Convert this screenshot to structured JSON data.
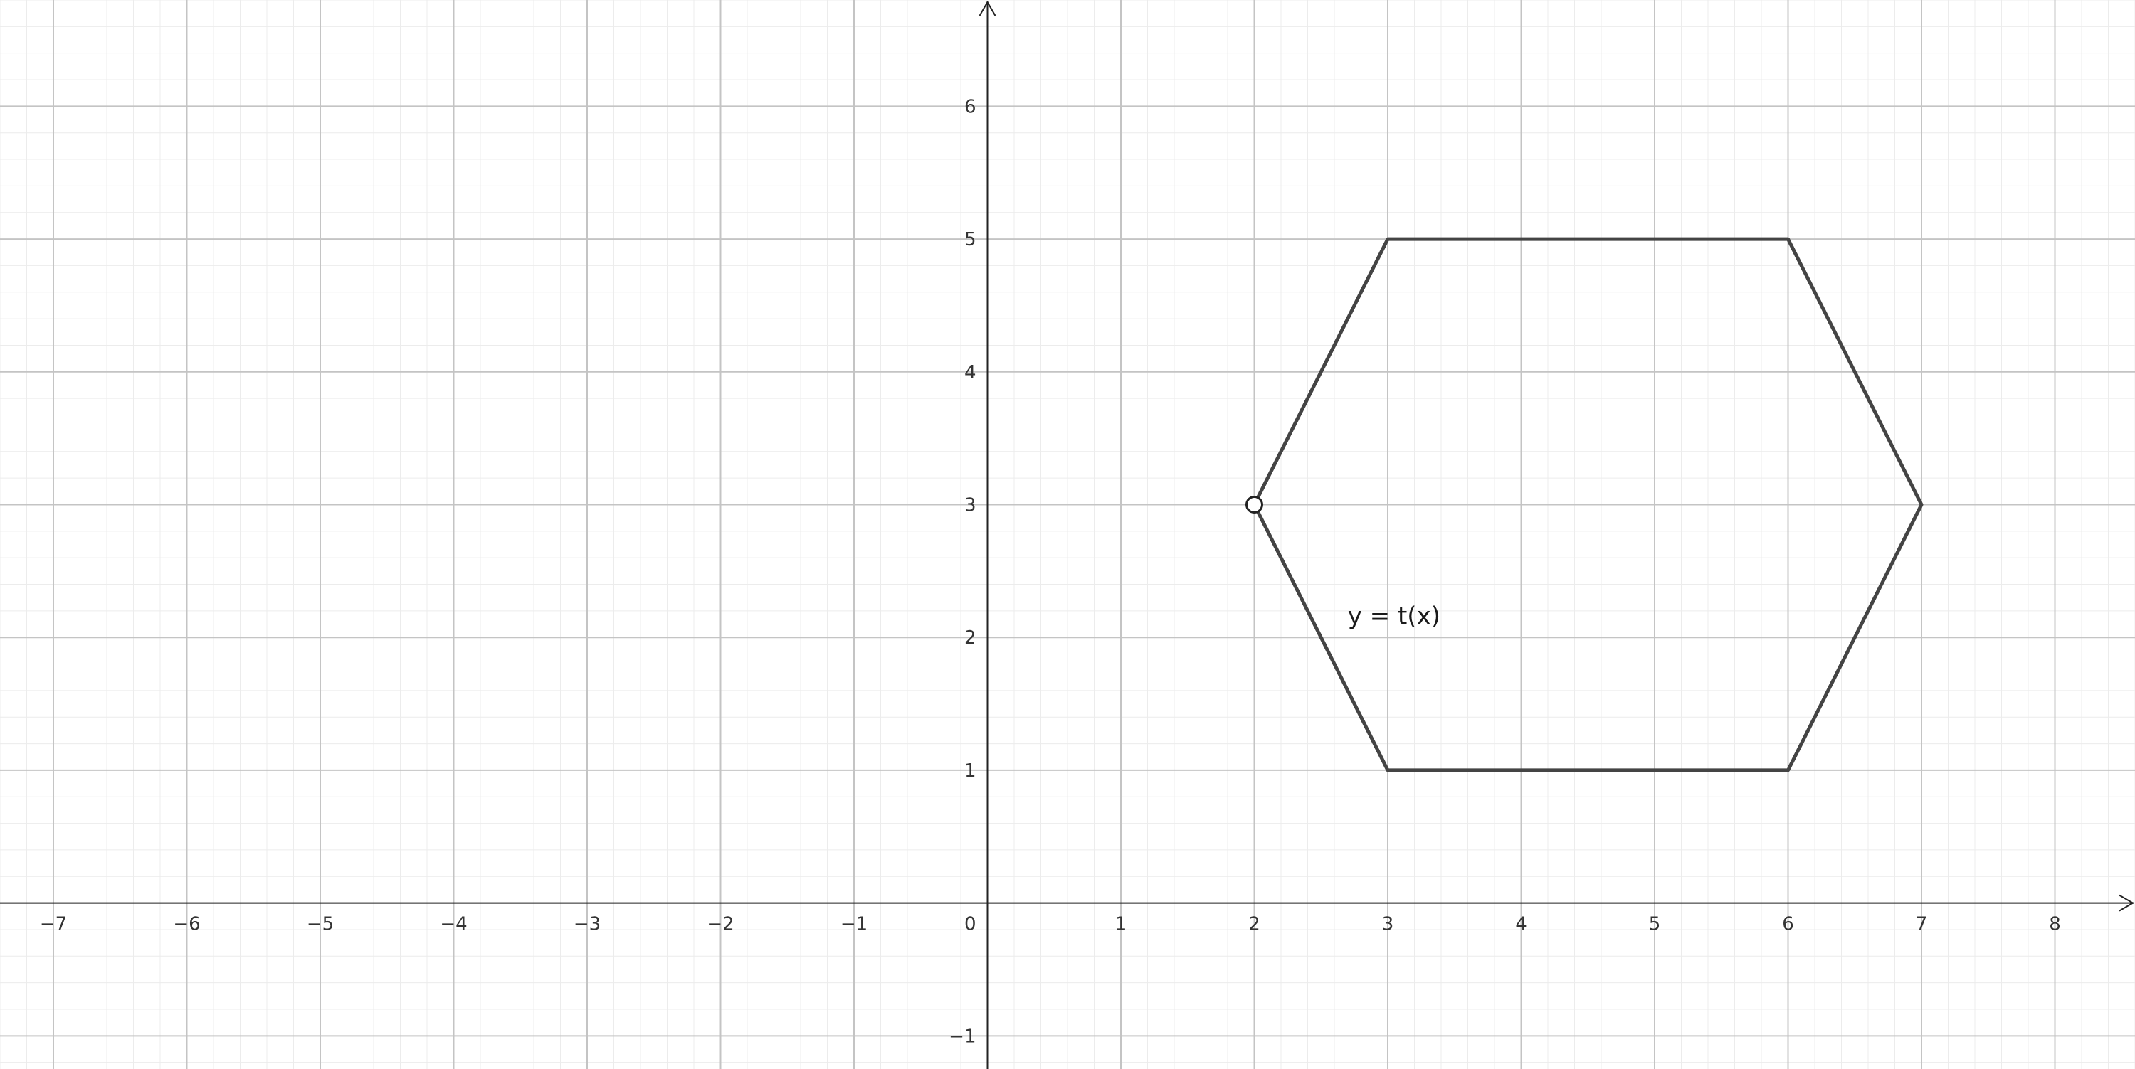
{
  "chart_data": {
    "type": "line",
    "title": "",
    "xlabel": "",
    "ylabel": "",
    "xlim": [
      -7.4,
      8.6
    ],
    "ylim": [
      -1.25,
      6.8
    ],
    "grid": true,
    "minor_grid": true,
    "x_ticks": [
      {
        "value": -7,
        "label": "−7"
      },
      {
        "value": -6,
        "label": "−6"
      },
      {
        "value": -5,
        "label": "−5"
      },
      {
        "value": -4,
        "label": "−4"
      },
      {
        "value": -3,
        "label": "−3"
      },
      {
        "value": -2,
        "label": "−2"
      },
      {
        "value": -1,
        "label": "−1"
      },
      {
        "value": 1,
        "label": "1"
      },
      {
        "value": 2,
        "label": "2"
      },
      {
        "value": 3,
        "label": "3"
      },
      {
        "value": 4,
        "label": "4"
      },
      {
        "value": 5,
        "label": "5"
      },
      {
        "value": 6,
        "label": "6"
      },
      {
        "value": 7,
        "label": "7"
      },
      {
        "value": 8,
        "label": "8"
      }
    ],
    "y_ticks": [
      {
        "value": -1,
        "label": "−1"
      },
      {
        "value": 1,
        "label": "1"
      },
      {
        "value": 2,
        "label": "2"
      },
      {
        "value": 3,
        "label": "3"
      },
      {
        "value": 4,
        "label": "4"
      },
      {
        "value": 5,
        "label": "5"
      },
      {
        "value": 6,
        "label": "6"
      }
    ],
    "origin_label": "0",
    "series": [
      {
        "label": "y = t(x)",
        "color": "#444444",
        "closed": true,
        "points": [
          [
            2,
            3
          ],
          [
            3,
            5
          ],
          [
            6,
            5
          ],
          [
            7,
            3
          ],
          [
            6,
            1
          ],
          [
            3,
            1
          ]
        ],
        "open_point": [
          2,
          3
        ],
        "label_anchor": [
          2.7,
          2.1
        ]
      }
    ]
  }
}
